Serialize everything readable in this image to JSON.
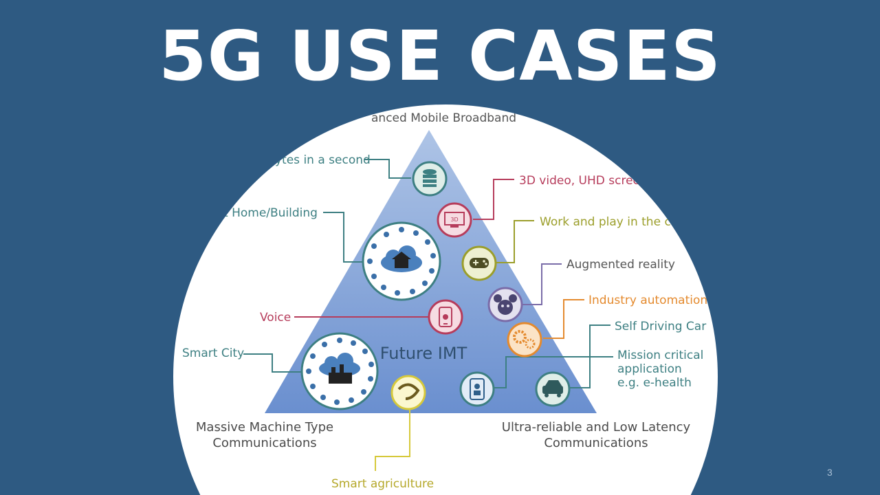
{
  "slide": {
    "title": "5G USE CASES",
    "number": "3"
  },
  "diagram": {
    "top_label": "anced Mobile Broadband",
    "center_label": "Future IMT",
    "bottom_left": [
      "Massive Machine Type",
      "Communications"
    ],
    "bottom_right": [
      "Ultra-reliable and Low Latency",
      "Communications"
    ],
    "callouts": {
      "gigabytes": "ytes in a second",
      "smart_home": "t Home/Building",
      "voice": "Voice",
      "smart_city": "Smart City",
      "smart_agriculture": "Smart agriculture",
      "video_3d": "3D video, UHD scree",
      "work_play": "Work and play in the cl",
      "augmented_reality": "Augmented reality",
      "industry_automation": "Industry automation",
      "self_driving": "Self Driving Car",
      "mission_critical": [
        "Mission critical",
        "application",
        "e.g. e-health"
      ]
    },
    "icon_text": {
      "tv": "3D"
    },
    "colors": {
      "background": "#2e5a82",
      "triangle_top": "#a9c0e3",
      "triangle_bottom": "#6d91cf",
      "teal": "#3d7f82",
      "red": "#b63c5b",
      "olive": "#9b9e2a",
      "purple": "#7a6ca8",
      "orange": "#e48a2e",
      "gold": "#d6c93b",
      "label_gray": "#555555"
    }
  }
}
